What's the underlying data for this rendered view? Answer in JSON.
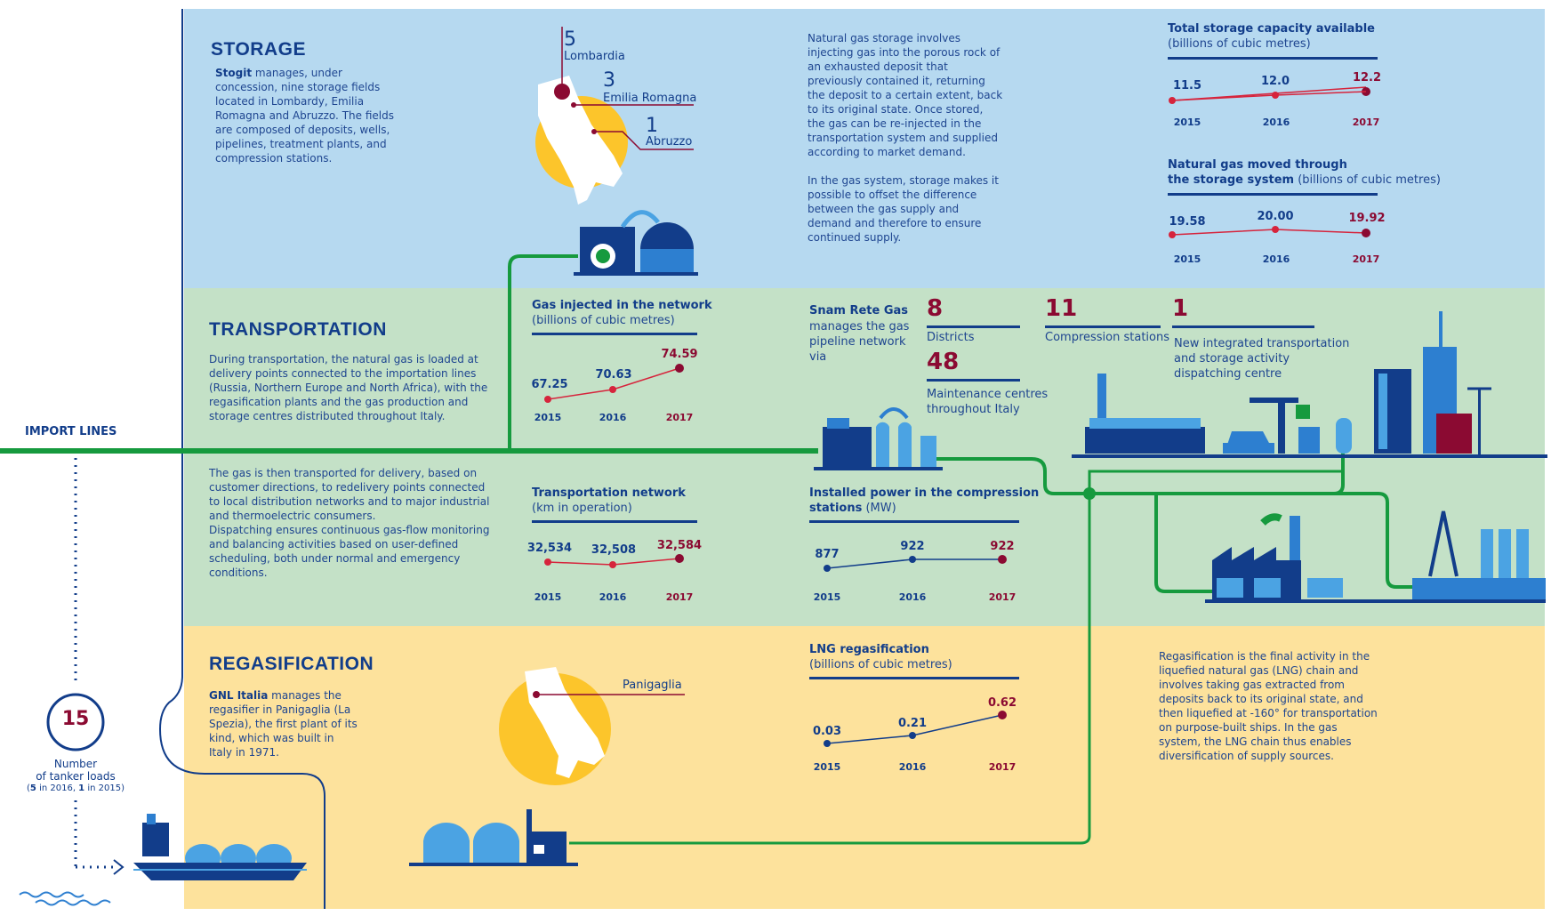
{
  "import_lines": "IMPORT LINES",
  "tanker": {
    "number": "15",
    "label_line1": "Number",
    "label_line2": "of tanker loads",
    "note_bold1": "5",
    "note_mid": " in 2016, ",
    "note_bold2": "1",
    "note_end": " in 2015"
  },
  "storage": {
    "title": "STORAGE",
    "company": "Stogit",
    "desc": " manages, under concession, nine storage fields located in Lombardy, Emilia Romagna and Abruzzo. The fields are composed of deposits, wells, pipelines, treatment plants, and compression stations.",
    "regions": [
      {
        "num": "5",
        "name": "Lombardia"
      },
      {
        "num": "3",
        "name": "Emilia Romagna"
      },
      {
        "num": "1",
        "name": "Abruzzo"
      }
    ],
    "explain_p1": "Natural gas storage involves injecting gas into the porous rock of an exhausted deposit that previously contained it, returning the deposit to a certain extent, back to its original state. Once stored, the gas can be re-injected in the transportation system and supplied according to market demand.",
    "explain_p2": "In the gas system, storage makes it possible to offset the difference between the gas supply and demand and therefore to ensure continued supply.",
    "capacity": {
      "title": "Total storage capacity available",
      "subtitle": "(billions of cubic metres)",
      "values": [
        "11.5",
        "12.0",
        "12.2"
      ],
      "years": [
        "2015",
        "2016",
        "2017"
      ]
    },
    "moved": {
      "title_bold": "Natural gas moved through",
      "title_bold2": "the storage system",
      "subtitle": " (billions of cubic metres)",
      "values": [
        "19.58",
        "20.00",
        "19.92"
      ],
      "years": [
        "2015",
        "2016",
        "2017"
      ]
    }
  },
  "transportation": {
    "title": "TRANSPORTATION",
    "desc1": "During transportation, the natural gas is loaded at delivery points connected to the importation lines (Russia, Northern Europe and North Africa), with the regasification plants and the gas production and storage centres distributed throughout Italy.",
    "desc2": "The gas is then transported for delivery, based on customer directions, to redelivery points connected to local distribution networks and to major industrial and thermoelectric consumers.",
    "desc3": "Dispatching ensures continuous gas-flow monitoring and balancing activities based on user-defined scheduling, both under normal and emergency conditions.",
    "injected": {
      "title": "Gas injected in the network",
      "subtitle": "(billions of cubic metres)",
      "values": [
        "67.25",
        "70.63",
        "74.59"
      ],
      "years": [
        "2015",
        "2016",
        "2017"
      ]
    },
    "network": {
      "title": "Transportation network",
      "subtitle": "(km in operation)",
      "values": [
        "32,534",
        "32,508",
        "32,584"
      ],
      "years": [
        "2015",
        "2016",
        "2017"
      ]
    },
    "power": {
      "title": "Installed power in the compression",
      "title2": "stations",
      "subtitle": " (MW)",
      "values": [
        "877",
        "922",
        "922"
      ],
      "years": [
        "2015",
        "2016",
        "2017"
      ]
    },
    "company": "Snam Rete Gas",
    "company_desc": "manages the gas pipeline network via",
    "facts": [
      {
        "num": "8",
        "label": "Districts"
      },
      {
        "num": "11",
        "label": "Compression stations"
      },
      {
        "num": "1",
        "label": "New integrated transportation and storage activity dispatching centre"
      },
      {
        "num": "48",
        "label": "Maintenance centres throughout Italy"
      }
    ]
  },
  "regasification": {
    "title": "REGASIFICATION",
    "company": "GNL Italia",
    "desc": " manages the regasifier in Panigaglia (La Spezia), the first plant of its kind, which was built in Italy in 1971.",
    "location": "Panigaglia",
    "lng": {
      "title": "LNG regasification",
      "subtitle": "(billions of cubic metres)",
      "values": [
        "0.03",
        "0.21",
        "0.62"
      ],
      "years": [
        "2015",
        "2016",
        "2017"
      ]
    },
    "explain": "Regasification is the final activity in the liquefied natural gas (LNG) chain and involves taking gas extracted from deposits back to its original state, and then liquefied at -160° for transportation on purpose-built ships. In the gas system, the LNG chain thus enables diversification of supply sources."
  },
  "colors": {
    "navy": "#123d8a",
    "red": "#8b0a32",
    "green": "#169a3e",
    "storage_bg": "#b6d9f0",
    "transport_bg": "#c4e1c7",
    "regas_bg": "#fde29c",
    "yellow": "#fcc52b"
  }
}
